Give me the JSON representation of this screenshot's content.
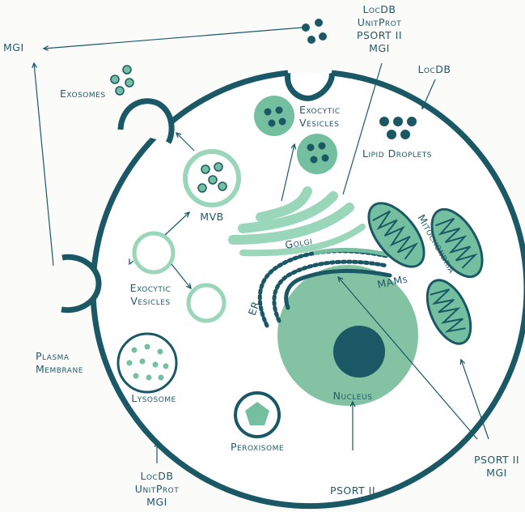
{
  "colors": {
    "dark": "#1a5866",
    "medium": "#74bfa0",
    "light": "#9ad6b9",
    "pale": "#e7f3ec",
    "background": "#fbfbfa"
  },
  "labels": {
    "top_db": [
      "LocDB",
      "UnitProt",
      "PSORT II",
      "MGI"
    ],
    "mgi_left": "MGI",
    "locdb_right": "LocDB",
    "exosomes": "Exosomes",
    "exocytic_vesicles_top": [
      "Exocytic",
      "Vesicles"
    ],
    "lipid_droplets": "Lipid Droplets",
    "mvb": "MVB",
    "golgi": "Golgi",
    "mitochondria": "Mitochondria",
    "mams": "MAMs",
    "er": "ER",
    "exocytic_vesicles_left": [
      "Exocytic",
      "Vesicles"
    ],
    "plasma_membrane": [
      "Plasma",
      "Membrane"
    ],
    "lysosome": "Lysosome",
    "nucleus": "Nucleus",
    "peroxisome": "Peroxisome",
    "bottom_db": [
      "LocDB",
      "UnitProt",
      "MGI"
    ],
    "psort_bottom": "PSORT II",
    "psort_mgi_right": [
      "PSORT II",
      "MGI"
    ]
  }
}
